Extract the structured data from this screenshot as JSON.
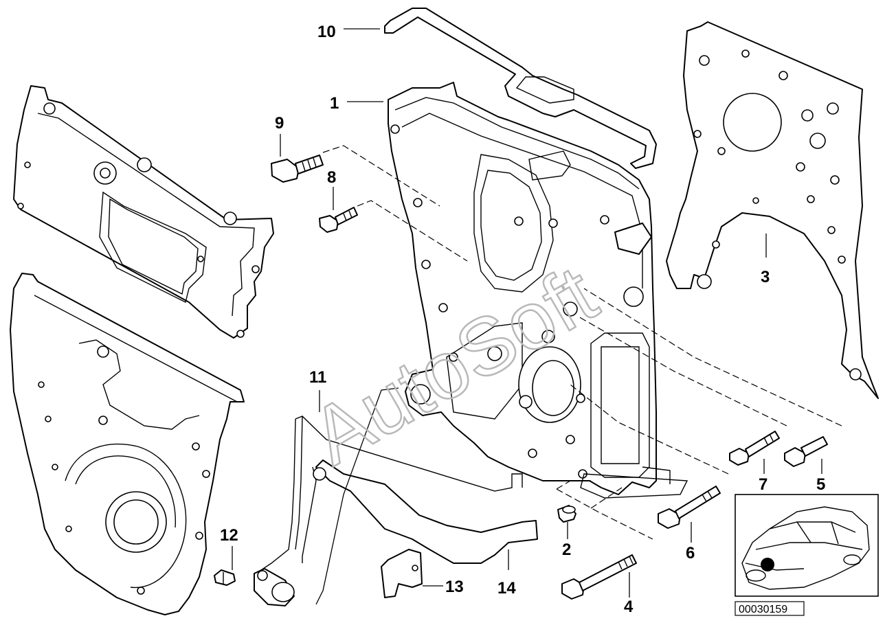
{
  "labels": {
    "p1": "1",
    "p2": "2",
    "p3": "3",
    "p4": "4",
    "p5": "5",
    "p6": "6",
    "p7": "7",
    "p8": "8",
    "p9": "9",
    "p10": "10",
    "p11": "11",
    "p12": "12",
    "p13": "13",
    "p14": "14"
  },
  "watermark": "AutoSoft",
  "reference_number": "00030159"
}
